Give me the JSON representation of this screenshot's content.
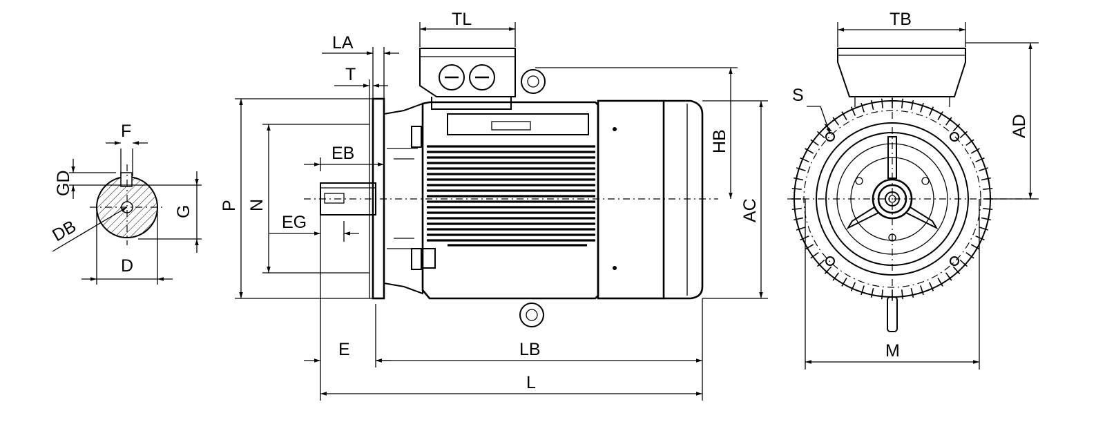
{
  "diagram": {
    "labels": {
      "F": "F",
      "GD": "GD",
      "G": "G",
      "DB": "DB",
      "D": "D",
      "LA": "LA",
      "T": "T",
      "TL": "TL",
      "EB": "EB",
      "P": "P",
      "N": "N",
      "EG": "EG",
      "E": "E",
      "LB": "LB",
      "L": "L",
      "HB": "HB",
      "AC": "AC",
      "TB": "TB",
      "S": "S",
      "AD": "AD",
      "M": "M"
    }
  }
}
